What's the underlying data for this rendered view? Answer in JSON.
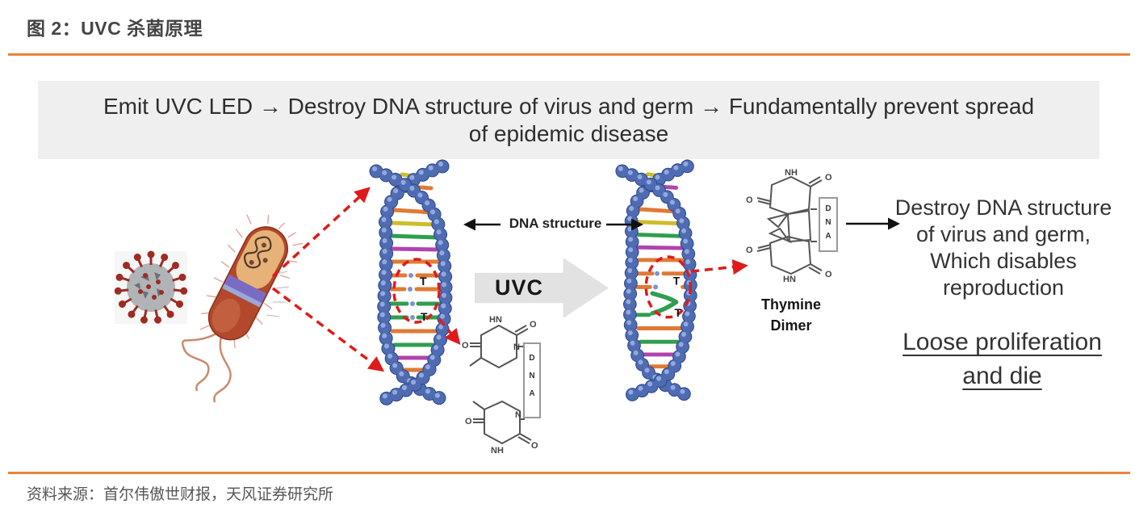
{
  "figure": {
    "title": "图 2：UVC 杀菌原理",
    "source": "资料来源：首尔伟傲世财报，天风证券研究所"
  },
  "banner": {
    "line1": "Emit UVC LED → Destroy DNA structure of virus and germ → Fundamentally prevent spread",
    "line2": "of epidemic disease"
  },
  "diagram": {
    "dna_structure_label": "DNA structure",
    "uvc_label": "UVC",
    "t_label": "T",
    "dna_box_label": "DNA",
    "thymine_dimer_label": {
      "line1": "Thymine",
      "line2": "Dimer"
    },
    "result_lines": [
      "Destroy DNA structure",
      "of virus and germ,",
      "Which disables",
      "reproduction"
    ],
    "conclusion_lines": [
      "Loose proliferation",
      "and die"
    ],
    "chem": {
      "o": "O",
      "n": "N",
      "nh": "NH",
      "hn": "HN"
    }
  },
  "colors": {
    "accent_orange": "#E8843B",
    "banner_bg": "#EFEFEF",
    "red_dashed": "#E01A1A"
  }
}
